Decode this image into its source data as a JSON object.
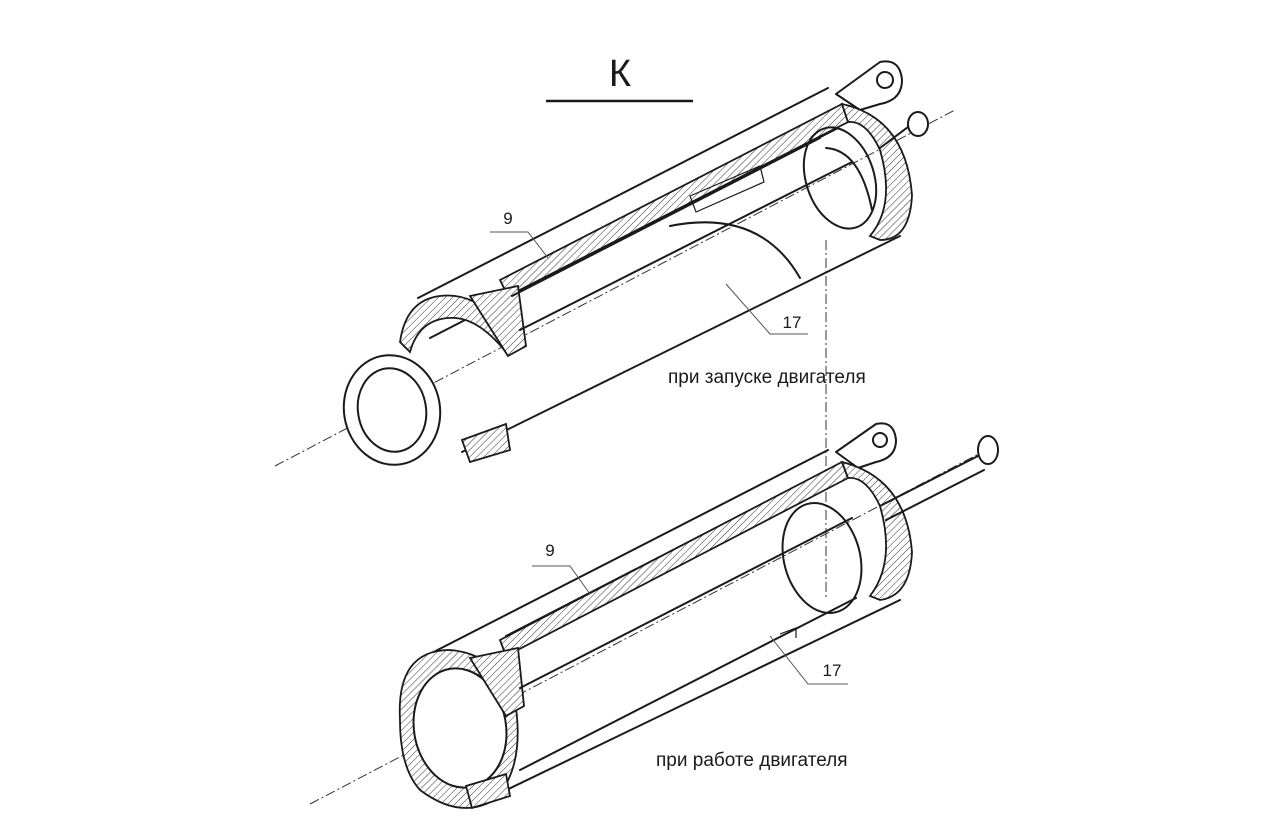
{
  "view_letter": "К",
  "upper_assembly": {
    "caption": "при запуске двигателя",
    "callouts": [
      "9",
      "17"
    ]
  },
  "lower_assembly": {
    "caption": "при работе двигателя",
    "callouts": [
      "9",
      "17"
    ]
  }
}
